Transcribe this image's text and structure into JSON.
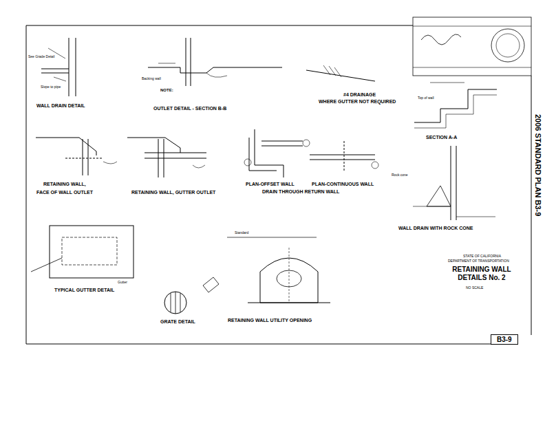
{
  "diagram": {
    "title": "RETAINING WALL DETAILS No. 2",
    "nodes": [
      {
        "text": [
          "B3-9"
        ]
      }
    ],
    "labels": [
      "WALL DRAIN DETAIL",
      "See Grade Detail",
      "Slope to pipe",
      "NOTE:",
      "Backing wall",
      "OUTLET DETAIL - SECTION B-B",
      "#4 DRAINAGE",
      "WHERE GUTTER NOT REQUIRED",
      "Top of wall",
      "SECTION A-A",
      "RETAINING WALL,",
      "FACE OF WALL OUTLET",
      "RETAINING WALL, GUTTER OUTLET",
      "PLAN-OFFSET WALL",
      "PLAN-CONTINUOUS WALL",
      "DRAIN THROUGH RETURN WALL",
      "Rock cone",
      "WALL DRAIN WITH ROCK CONE",
      "Standard",
      "Gutter",
      "TYPICAL GUTTER DETAIL",
      "GRATE DETAIL",
      "RETAINING WALL UTILITY OPENING",
      "2006 STANDARD PLAN B3-9",
      "STATE OF CALIFORNIA",
      "DEPARTMENT OF TRANSPORTATION",
      "NO SCALE"
    ]
  }
}
